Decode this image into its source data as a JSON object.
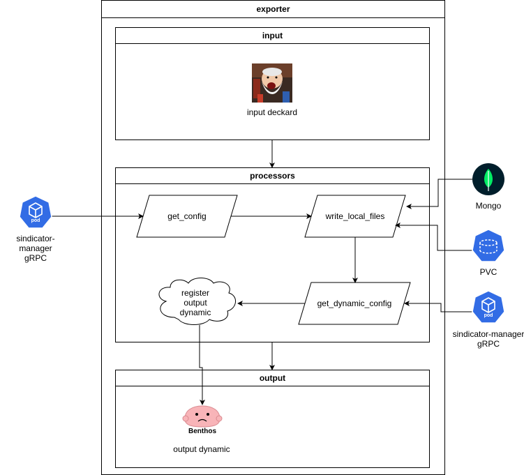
{
  "containers": {
    "exporter": "exporter",
    "input": "input",
    "processors": "processors",
    "output": "output"
  },
  "input_component": {
    "label": "input deckard"
  },
  "output_component": {
    "label": "output dynamic",
    "logo_text": "Benthos"
  },
  "steps": {
    "get_config": "get_config",
    "write_local_files": "write_local_files",
    "get_dynamic_config": "get_dynamic_config",
    "register_output_dynamic": [
      "register",
      "output",
      "dynamic"
    ]
  },
  "external": {
    "sindicator_left": {
      "lines": [
        "sindicator-manager",
        "gRPC"
      ],
      "icon_text": "pod"
    },
    "sindicator_right": {
      "lines": [
        "sindicator-manager",
        "gRPC"
      ],
      "icon_text": "pod"
    },
    "mongo": {
      "label": "Mongo"
    },
    "pvc": {
      "label": "PVC"
    }
  },
  "colors": {
    "k8s_blue": "#326ce5",
    "mongo_dark": "#001e2b",
    "mongo_green": "#00ed64",
    "benthos_pink": "#f8b4b8"
  }
}
